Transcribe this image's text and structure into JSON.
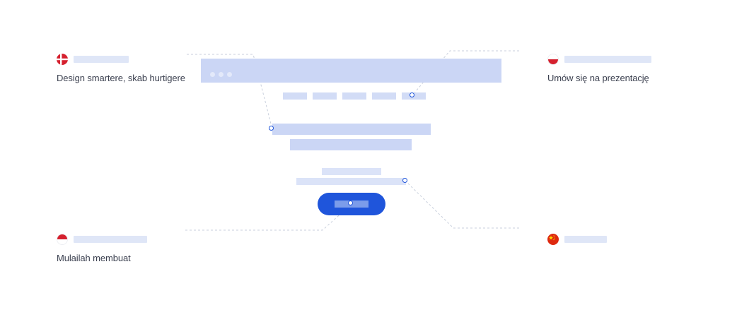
{
  "languages": [
    {
      "code": "da",
      "flag": "denmark-flag-icon",
      "text": "Design smartere, skab hurtigere"
    },
    {
      "code": "pl",
      "flag": "poland-flag-icon",
      "text": "Umów się na prezentację"
    },
    {
      "code": "id",
      "flag": "indonesia-flag-icon",
      "text": "Mulailah membuat"
    },
    {
      "code": "zh",
      "flag": "china-flag-icon",
      "text": ""
    }
  ],
  "colors": {
    "accent": "#1f55db",
    "wireframe": "#cbd6f5",
    "placeholder": "#dfe6f7",
    "text": "#3c4150",
    "connector": "#c8cfdc"
  }
}
